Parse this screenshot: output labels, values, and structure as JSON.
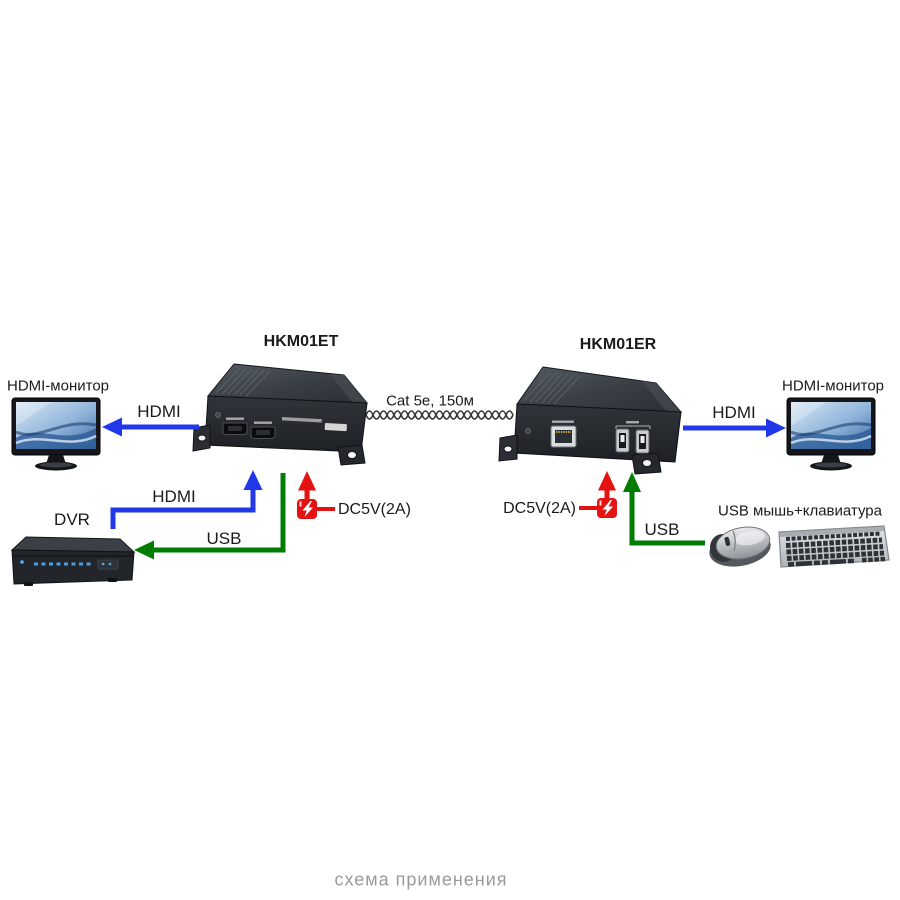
{
  "diagram": {
    "caption": "схема применения",
    "colors": {
      "hdmi_blue": "#2038e8",
      "usb_green": "#007d00",
      "power_red": "#e51212"
    },
    "devices": {
      "transmitter": {
        "label": "HKM01ET"
      },
      "receiver": {
        "label": "HKM01ER"
      },
      "monitor_left": {
        "label": "HDMI-монитор"
      },
      "monitor_right": {
        "label": "HDMI-монитор"
      },
      "dvr": {
        "label": "DVR"
      },
      "peripherals": {
        "label": "USB мышь+клавиатура"
      }
    },
    "connections": {
      "cable": {
        "label": "Cat 5e, 150м"
      },
      "hdmi_tx_to_monitor": {
        "label": "HDMI"
      },
      "hdmi_dvr_to_tx": {
        "label": "HDMI"
      },
      "usb_tx_to_dvr": {
        "label": "USB"
      },
      "power_tx": {
        "label": "DC5V(2A)"
      },
      "power_rx": {
        "label": "DC5V(2A)"
      },
      "hdmi_rx_to_monitor": {
        "label": "HDMI"
      },
      "usb_periph_to_rx": {
        "label": "USB"
      }
    }
  }
}
